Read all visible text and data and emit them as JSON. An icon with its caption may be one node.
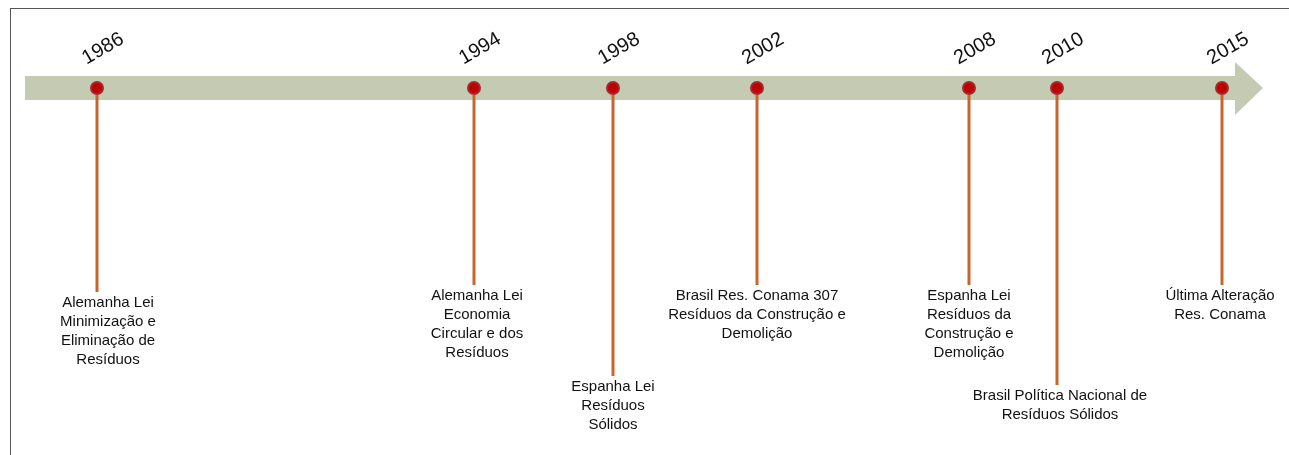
{
  "diagram": {
    "nodes": [
      {
        "text": [],
        "shape": "circle",
        "beside": [
          "1986"
        ]
      },
      {
        "text": [],
        "shape": "circle",
        "beside": [
          "1994"
        ]
      },
      {
        "text": [],
        "shape": "circle",
        "beside": [
          "1998"
        ]
      },
      {
        "text": [],
        "shape": "circle",
        "beside": [
          "2002"
        ]
      },
      {
        "text": [],
        "shape": "circle",
        "beside": [
          "2008"
        ]
      },
      {
        "text": [],
        "shape": "circle",
        "beside": [
          "2010"
        ]
      },
      {
        "text": [],
        "shape": "circle",
        "beside": [
          "2015"
        ]
      },
      {
        "text": [
          "Alemanha Lei Minimização e Eliminação de Resíduos"
        ]
      },
      {
        "text": [
          "Alemanha Lei Economia Circular e dos Resíduos"
        ]
      },
      {
        "text": [
          "Espanha Lei Resíduos Sólidos"
        ]
      },
      {
        "text": [
          "Brasil Res. Conama 307 Resíduos da Construção e Demolição"
        ]
      },
      {
        "text": [
          "Espanha Lei Resíduos da Construção e Demolição"
        ]
      },
      {
        "text": [
          "Brasil Política Nacional de Resíduos Sólidos"
        ]
      },
      {
        "text": [
          "Última Alteração Res. Conama"
        ]
      }
    ],
    "edges": [
      {
        "from": 7,
        "to": 0,
        "arrow": "none"
      },
      {
        "from": 8,
        "to": 1,
        "arrow": "none"
      },
      {
        "from": 9,
        "to": 2,
        "arrow": "none"
      },
      {
        "from": 10,
        "to": 3,
        "arrow": "none"
      },
      {
        "from": 11,
        "to": 4,
        "arrow": "none"
      },
      {
        "from": 12,
        "to": 5,
        "arrow": "none"
      },
      {
        "from": 13,
        "to": 6,
        "arrow": "none"
      }
    ]
  }
}
